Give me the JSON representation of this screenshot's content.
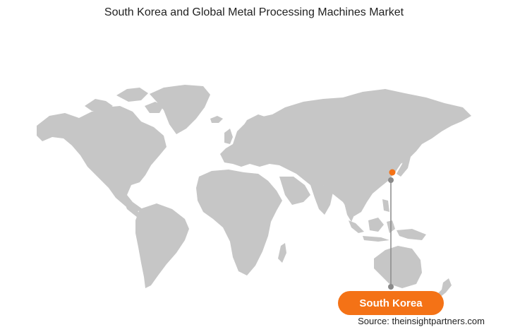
{
  "title": "South Korea and Global Metal Processing Machines Market",
  "highlight": {
    "label": "South Korea",
    "region": "South Korea"
  },
  "source": "Source: theinsightpartners.com",
  "colors": {
    "land": "#c6c6c6",
    "highlight": "#f47216",
    "leader": "#8a8a8a",
    "text": "#222222"
  }
}
